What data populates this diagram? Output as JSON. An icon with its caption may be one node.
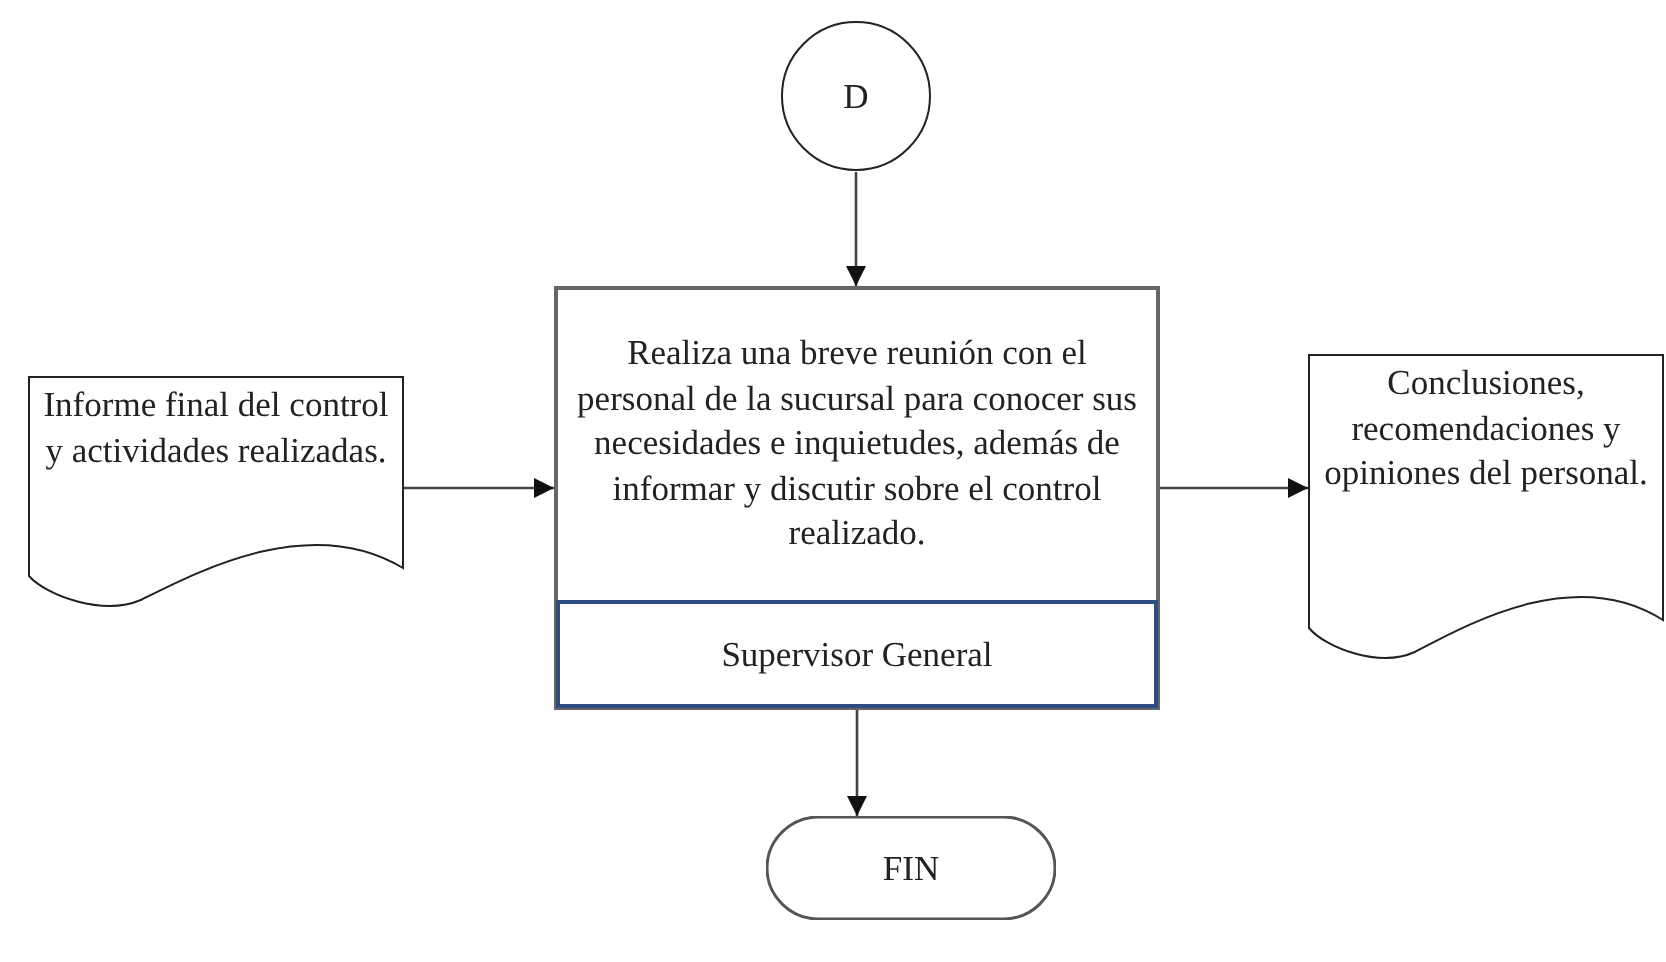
{
  "diagram": {
    "nodes": [
      {
        "text": [
          "D"
        ]
      },
      {
        "text": [
          "Realiza una breve reunión con el personal de la sucursal para conocer sus necesidades e inquietudes, además de informar y discutir sobre el control realizado.",
          "Supervisor General"
        ]
      },
      {
        "text": [
          "Informe final del control y actividades realizadas."
        ]
      },
      {
        "text": [
          "Conclusiones, recomendaciones y opiniones del personal."
        ]
      },
      {
        "text": [
          "FIN"
        ]
      }
    ],
    "edges": [
      {
        "from": 0,
        "to": 1,
        "arrow": "to"
      },
      {
        "from": 2,
        "to": 1,
        "arrow": "to"
      },
      {
        "from": 1,
        "to": 3,
        "arrow": "to"
      },
      {
        "from": 1,
        "to": 4,
        "arrow": "to"
      }
    ]
  }
}
